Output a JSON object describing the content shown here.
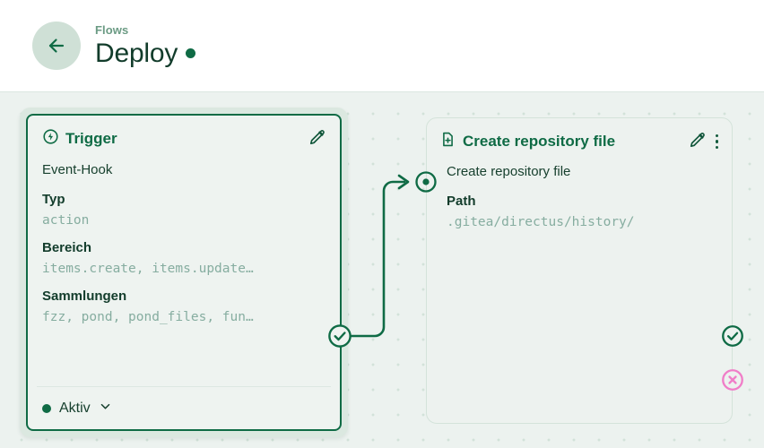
{
  "header": {
    "back_icon": "arrow-left-icon",
    "breadcrumb": "Flows",
    "title": "Deploy",
    "status_dot_color": "#0f6b45"
  },
  "canvas": {
    "background_color": "#ecf2ef",
    "grid_dot_color": "#d2e2d9"
  },
  "trigger_panel": {
    "icon": "bolt-circle-icon",
    "title": "Trigger",
    "edit_icon": "pencil-icon",
    "type_name": "Event-Hook",
    "fields": [
      {
        "label": "Typ",
        "value": "action"
      },
      {
        "label": "Bereich",
        "value": "items.create, items.update…"
      },
      {
        "label": "Sammlungen",
        "value": "fzz, pond, pond_files, fun…"
      }
    ],
    "status_label": "Aktiv",
    "status_chevron_icon": "chevron-down-icon",
    "status_color": "#0f6b45",
    "accent_border": "#0f6b45"
  },
  "operation_panel": {
    "icon": "file-plus-icon",
    "title": "Create repository file",
    "edit_icon": "pencil-icon",
    "menu_icon": "dots-vertical-icon",
    "operation_name": "Create repository file",
    "fields": [
      {
        "label": "Path",
        "value": ".gitea/directus/history/"
      }
    ]
  },
  "ports": {
    "trigger_output": {
      "icon": "check-circle-icon",
      "color": "#0f6b45"
    },
    "operation_input": {
      "icon": "target-circle-icon",
      "color": "#0f6b45"
    },
    "operation_success": {
      "icon": "check-circle-icon",
      "color": "#0f6b45"
    },
    "operation_reject": {
      "icon": "x-circle-icon",
      "color": "#f07ec8"
    }
  }
}
